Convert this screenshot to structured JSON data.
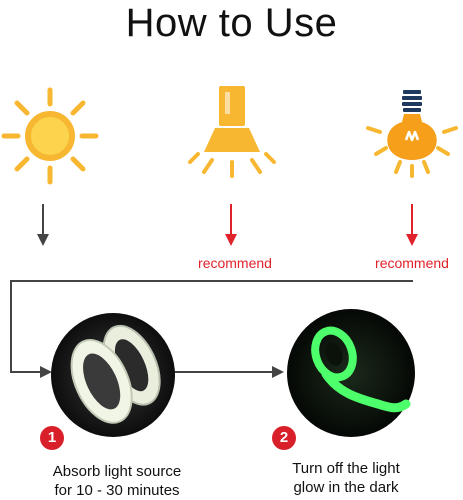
{
  "title": "How to Use",
  "colors": {
    "icon_yellow": "#f7b731",
    "icon_yellow_dark": "#f59f1a",
    "arrow_red": "#e0232b",
    "badge_red": "#d91f2a",
    "line_gray": "#444444",
    "glow_green": "#4dff6a"
  },
  "sources": [
    {
      "icon": "sun-icon",
      "label": ""
    },
    {
      "icon": "flashlight-icon",
      "label": "recommend"
    },
    {
      "icon": "light-bulb-icon",
      "label": "recommend"
    }
  ],
  "steps": [
    {
      "number": "1",
      "image": "tape-rolls-daylight",
      "line1": "Absorb light source",
      "line2": "for 10 - 30 minutes"
    },
    {
      "number": "2",
      "image": "tape-roll-glowing",
      "line1": "Turn off the light",
      "line2": "glow in the dark"
    }
  ]
}
